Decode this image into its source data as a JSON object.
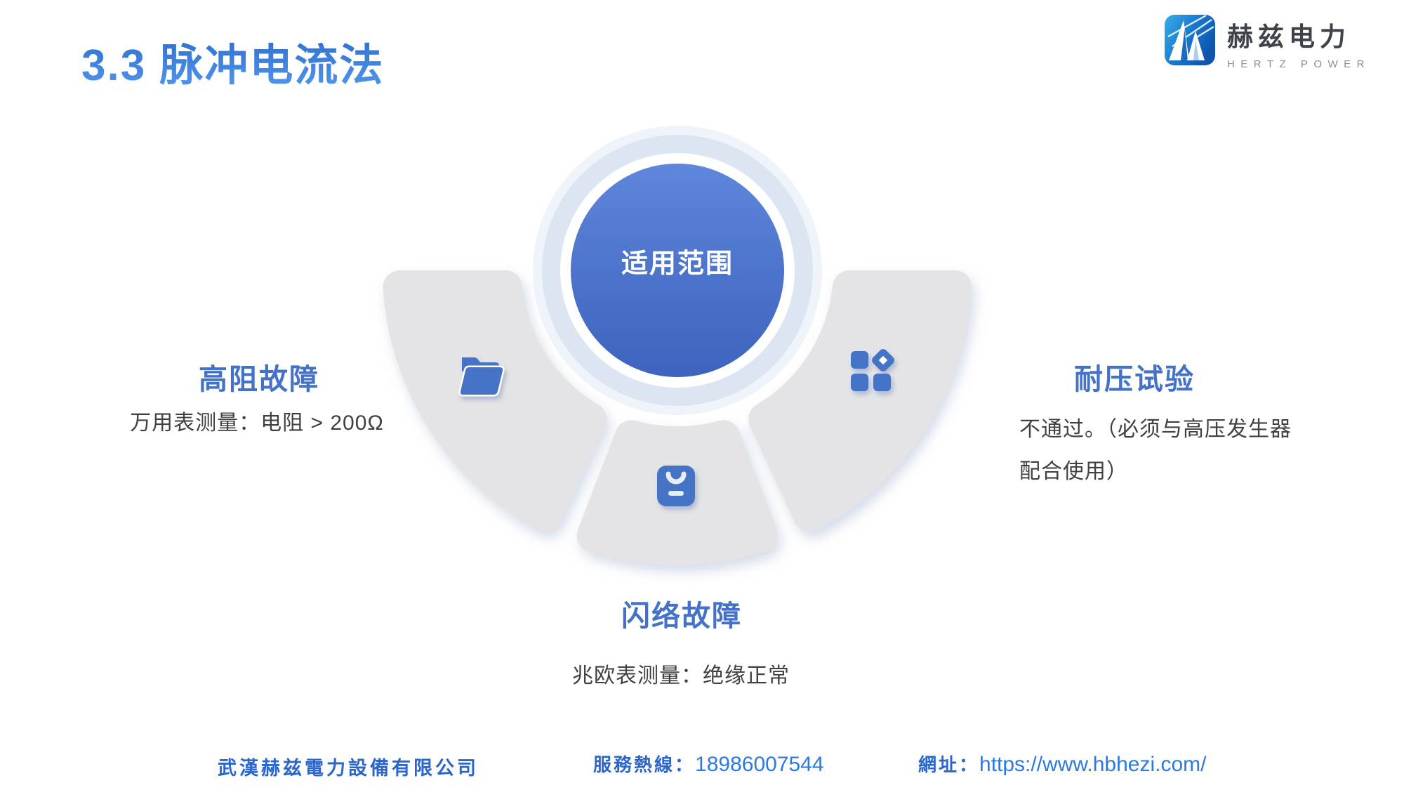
{
  "slide": {
    "title": "3.3 脉冲电流法",
    "brand": {
      "name_cn": "赫兹电力",
      "name_en": "HERTZ POWER",
      "logo_icon": "hertz-mountain-logo-icon"
    },
    "diagram": {
      "center_label": "适用范围",
      "items": [
        {
          "position": "left",
          "icon": "folder-open-icon",
          "heading": "高阻故障",
          "description": "万用表测量：电阻 > 200Ω"
        },
        {
          "position": "bottom",
          "icon": "badge-card-icon",
          "heading": "闪络故障",
          "description": "兆欧表测量：绝缘正常"
        },
        {
          "position": "right",
          "icon": "grid-blocks-icon",
          "heading": "耐压试验",
          "description": "不通过。（必须与高压发生器配合使用）"
        }
      ]
    },
    "footer": {
      "company": "武漢赫兹電力設備有限公司",
      "hotline_label": "服務熱線：",
      "hotline_number": "18986007544",
      "website_label": "網址：",
      "website_url": "https://www.hbhezi.com/"
    },
    "colors": {
      "title_gradient_top": "#2E6FD0",
      "title_gradient_bottom": "#5096EC",
      "heading_blue": "#4472C8",
      "icon_blue": "#4473C5",
      "circle_gradient_top": "#5E86DA",
      "circle_gradient_bottom": "#3D63BE",
      "circle_ring_pale": "#DCE5F2",
      "segment_gray": "#E4E4E6",
      "text_dark": "#404040",
      "footer_blue": "#2A66CC",
      "link_blue": "#2B79E2",
      "brand_dark": "#3D4349",
      "brand_gray": "#8B9096"
    }
  }
}
